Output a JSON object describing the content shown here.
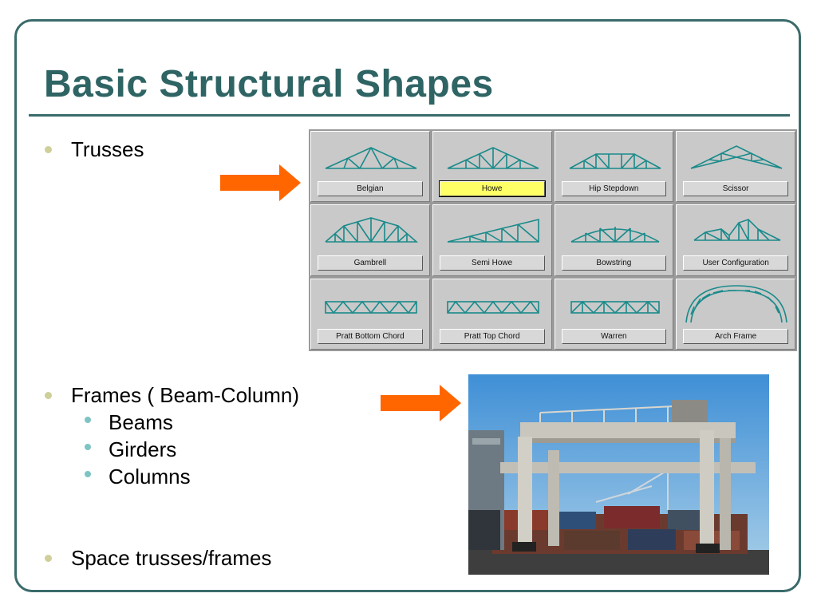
{
  "title": "Basic Structural Shapes",
  "bullets": {
    "trusses": "Trusses",
    "frames": "Frames ( Beam-Column)",
    "frames_subs": [
      "Beams",
      "Girders",
      "Columns"
    ],
    "space": "Space trusses/frames"
  },
  "truss_grid": [
    {
      "label": "Belgian",
      "icon": "belgian-truss-icon",
      "selected": false
    },
    {
      "label": "Howe",
      "icon": "howe-truss-icon",
      "selected": true
    },
    {
      "label": "Hip Stepdown",
      "icon": "hip-stepdown-truss-icon",
      "selected": false
    },
    {
      "label": "Scissor",
      "icon": "scissor-truss-icon",
      "selected": false
    },
    {
      "label": "Gambrell",
      "icon": "gambrell-truss-icon",
      "selected": false
    },
    {
      "label": "Semi Howe",
      "icon": "semi-howe-truss-icon",
      "selected": false
    },
    {
      "label": "Bowstring",
      "icon": "bowstring-truss-icon",
      "selected": false
    },
    {
      "label": "User Configuration",
      "icon": "user-configuration-truss-icon",
      "selected": false
    },
    {
      "label": "Pratt Bottom Chord",
      "icon": "pratt-bottom-chord-truss-icon",
      "selected": false
    },
    {
      "label": "Pratt Top Chord",
      "icon": "pratt-top-chord-truss-icon",
      "selected": false
    },
    {
      "label": "Warren",
      "icon": "warren-truss-icon",
      "selected": false
    },
    {
      "label": "Arch Frame",
      "icon": "arch-frame-truss-icon",
      "selected": false
    }
  ],
  "colors": {
    "accent": "#2f6464",
    "arrow": "#ff6600",
    "truss_line": "#1a8a8a",
    "selected_button": "#ffff66"
  }
}
